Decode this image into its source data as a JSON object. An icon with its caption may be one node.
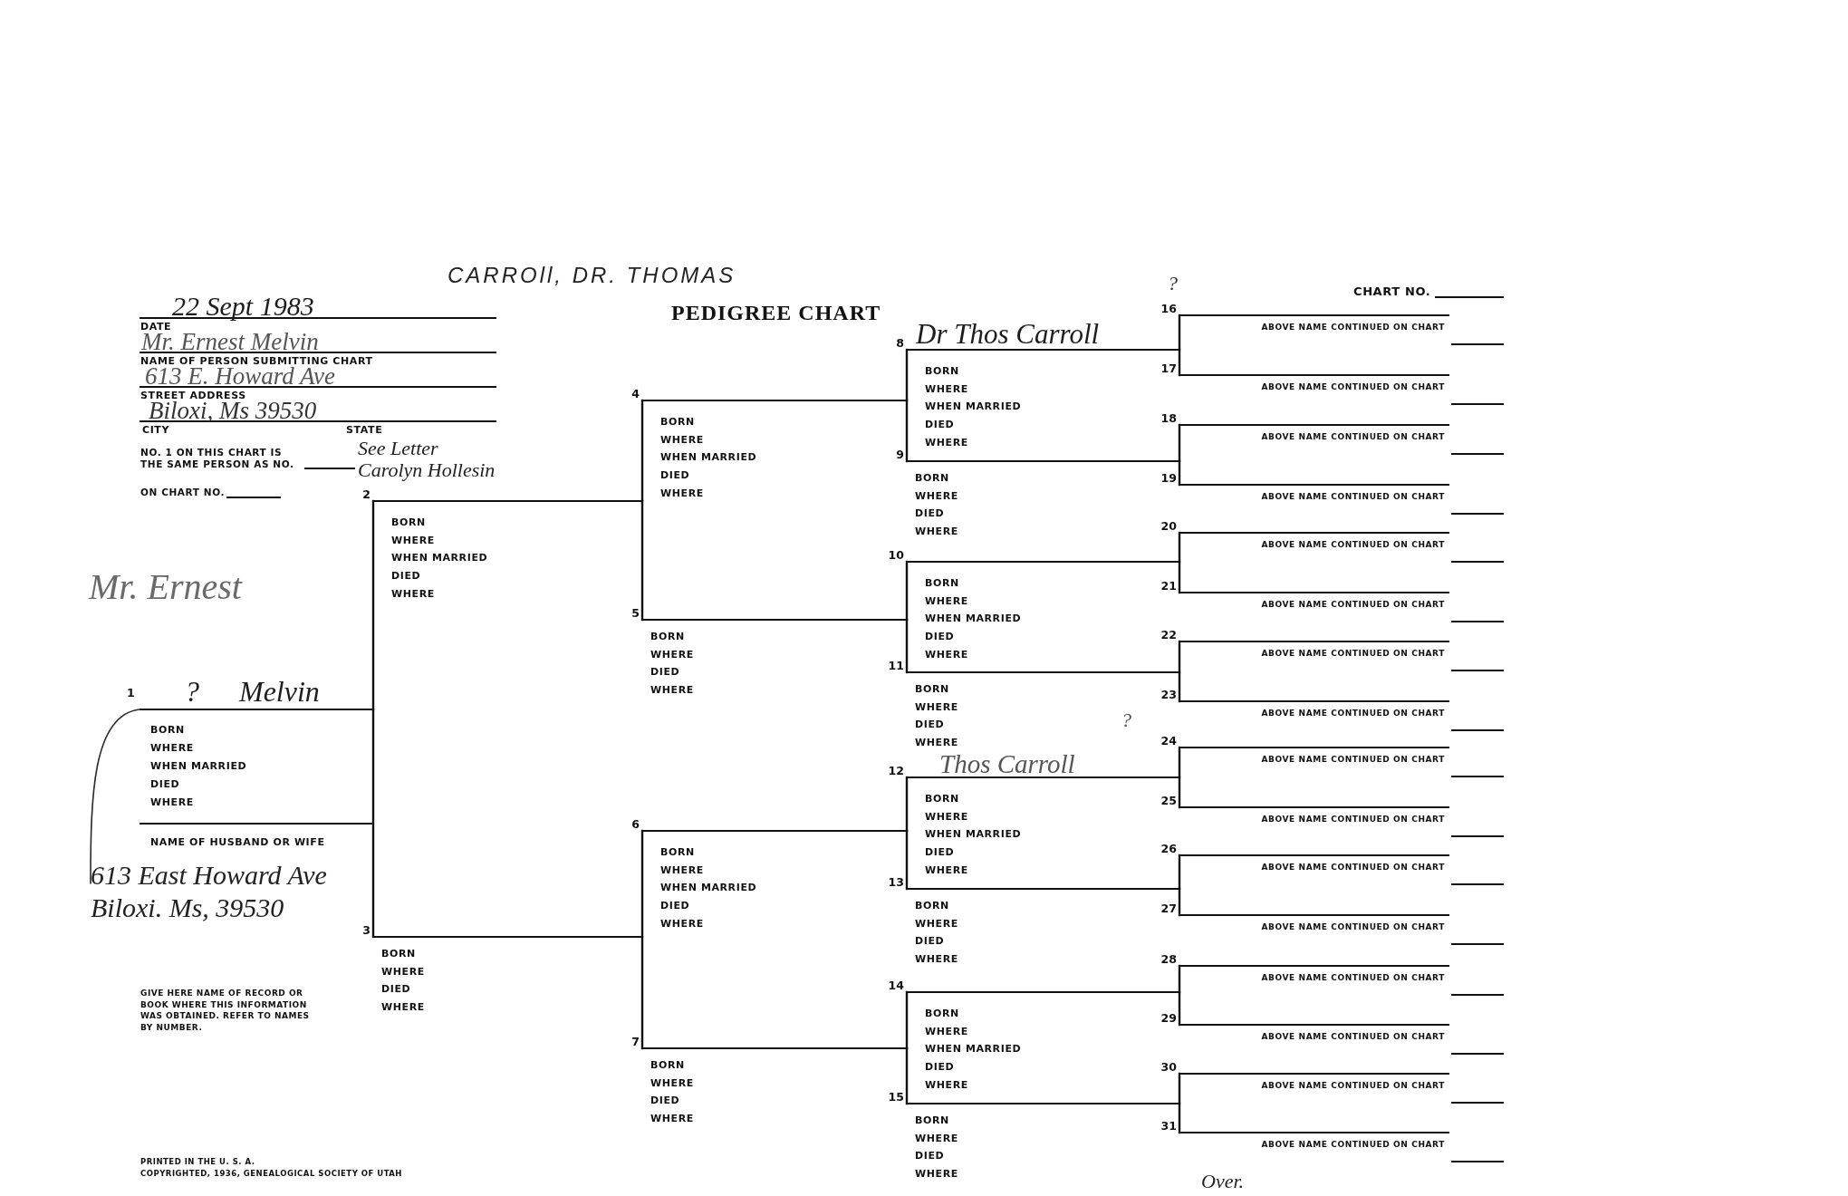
{
  "diagram": {
    "title": "PEDIGREE CHART",
    "nodes": [
      {
        "text": [
          "? Melvin",
          "BORN",
          "WHERE",
          "WHEN MARRIED",
          "DIED",
          "WHERE",
          "NAME OF HUSBAND OR WIFE"
        ],
        "beside": [
          "1",
          "Mr. Ernest"
        ]
      },
      {
        "text": [
          "BORN",
          "WHERE",
          "WHEN MARRIED",
          "DIED",
          "WHERE"
        ],
        "beside": [
          "2"
        ]
      },
      {
        "text": [
          "BORN",
          "WHERE",
          "DIED",
          "WHERE"
        ],
        "beside": [
          "3"
        ]
      },
      {
        "text": [
          "BORN",
          "WHERE",
          "WHEN MARRIED",
          "DIED",
          "WHERE"
        ],
        "beside": [
          "4"
        ]
      },
      {
        "text": [
          "BORN",
          "WHERE",
          "DIED",
          "WHERE"
        ],
        "beside": [
          "5"
        ]
      },
      {
        "text": [
          "BORN",
          "WHERE",
          "WHEN MARRIED",
          "DIED",
          "WHERE"
        ],
        "beside": [
          "6"
        ]
      },
      {
        "text": [
          "BORN",
          "WHERE",
          "DIED",
          "WHERE"
        ],
        "beside": [
          "7"
        ]
      },
      {
        "text": [
          "Dr Thos Carroll",
          "BORN",
          "WHERE",
          "WHEN MARRIED",
          "DIED",
          "WHERE"
        ],
        "beside": [
          "8",
          "?"
        ]
      },
      {
        "text": [
          "BORN",
          "WHERE",
          "DIED",
          "WHERE"
        ],
        "beside": [
          "9"
        ]
      },
      {
        "text": [
          "BORN",
          "WHERE",
          "WHEN MARRIED",
          "DIED",
          "WHERE"
        ],
        "beside": [
          "10"
        ]
      },
      {
        "text": [
          "BORN",
          "WHERE",
          "DIED",
          "WHERE"
        ],
        "beside": [
          "11"
        ]
      },
      {
        "text": [
          "Thos Carroll",
          "BORN",
          "WHERE",
          "WHEN MARRIED",
          "DIED",
          "WHERE"
        ],
        "beside": [
          "12"
        ]
      },
      {
        "text": [
          "BORN",
          "WHERE",
          "DIED",
          "WHERE"
        ],
        "beside": [
          "13"
        ]
      },
      {
        "text": [
          "BORN",
          "WHERE",
          "WHEN MARRIED",
          "DIED",
          "WHERE"
        ],
        "beside": [
          "14"
        ]
      },
      {
        "text": [
          "BORN",
          "WHERE",
          "DIED",
          "WHERE"
        ],
        "beside": [
          "15"
        ]
      },
      {
        "text": [
          "ABOVE NAME CONTINUED ON CHART"
        ],
        "beside": [
          "16"
        ]
      },
      {
        "text": [
          "ABOVE NAME CONTINUED ON CHART"
        ],
        "beside": [
          "17"
        ]
      },
      {
        "text": [
          "ABOVE NAME CONTINUED ON CHART"
        ],
        "beside": [
          "18"
        ]
      },
      {
        "text": [
          "ABOVE NAME CONTINUED ON CHART"
        ],
        "beside": [
          "19"
        ]
      },
      {
        "text": [
          "ABOVE NAME CONTINUED ON CHART"
        ],
        "beside": [
          "20"
        ]
      },
      {
        "text": [
          "ABOVE NAME CONTINUED ON CHART"
        ],
        "beside": [
          "21"
        ]
      },
      {
        "text": [
          "ABOVE NAME CONTINUED ON CHART"
        ],
        "beside": [
          "22"
        ]
      },
      {
        "text": [
          "ABOVE NAME CONTINUED ON CHART"
        ],
        "beside": [
          "23"
        ]
      },
      {
        "text": [
          "ABOVE NAME CONTINUED ON CHART"
        ],
        "beside": [
          "24"
        ]
      },
      {
        "text": [
          "ABOVE NAME CONTINUED ON CHART"
        ],
        "beside": [
          "25"
        ]
      },
      {
        "text": [
          "ABOVE NAME CONTINUED ON CHART"
        ],
        "beside": [
          "26"
        ]
      },
      {
        "text": [
          "ABOVE NAME CONTINUED ON CHART"
        ],
        "beside": [
          "27"
        ]
      },
      {
        "text": [
          "ABOVE NAME CONTINUED ON CHART"
        ],
        "beside": [
          "28"
        ]
      },
      {
        "text": [
          "ABOVE NAME CONTINUED ON CHART"
        ],
        "beside": [
          "29"
        ]
      },
      {
        "text": [
          "ABOVE NAME CONTINUED ON CHART"
        ],
        "beside": [
          "30"
        ]
      },
      {
        "text": [
          "ABOVE NAME CONTINUED ON CHART"
        ],
        "beside": [
          "31"
        ]
      },
      {
        "text": [
          "613 East Howard Ave Biloxi. Ms, 39530"
        ]
      }
    ],
    "edges": [
      {
        "from": 0,
        "to": 1,
        "arrow": "none"
      },
      {
        "from": 0,
        "to": 2,
        "arrow": "none"
      },
      {
        "from": 1,
        "to": 3,
        "arrow": "none"
      },
      {
        "from": 1,
        "to": 4,
        "arrow": "none"
      },
      {
        "from": 2,
        "to": 5,
        "arrow": "none"
      },
      {
        "from": 2,
        "to": 6,
        "arrow": "none"
      },
      {
        "from": 3,
        "to": 7,
        "arrow": "none"
      },
      {
        "from": 3,
        "to": 8,
        "arrow": "none"
      },
      {
        "from": 4,
        "to": 9,
        "arrow": "none"
      },
      {
        "from": 4,
        "to": 10,
        "arrow": "none"
      },
      {
        "from": 5,
        "to": 11,
        "arrow": "none"
      },
      {
        "from": 5,
        "to": 12,
        "arrow": "none"
      },
      {
        "from": 6,
        "to": 13,
        "arrow": "none"
      },
      {
        "from": 6,
        "to": 14,
        "arrow": "none"
      },
      {
        "from": 7,
        "to": 15,
        "arrow": "none"
      },
      {
        "from": 7,
        "to": 16,
        "arrow": "none"
      },
      {
        "from": 8,
        "to": 17,
        "arrow": "none"
      },
      {
        "from": 8,
        "to": 18,
        "arrow": "none"
      },
      {
        "from": 9,
        "to": 19,
        "arrow": "none"
      },
      {
        "from": 9,
        "to": 20,
        "arrow": "none"
      },
      {
        "from": 10,
        "to": 21,
        "arrow": "none"
      },
      {
        "from": 10,
        "to": 22,
        "arrow": "none"
      },
      {
        "from": 11,
        "to": 23,
        "arrow": "none"
      },
      {
        "from": 11,
        "to": 24,
        "arrow": "none"
      },
      {
        "from": 12,
        "to": 25,
        "arrow": "none"
      },
      {
        "from": 12,
        "to": 26,
        "arrow": "none"
      },
      {
        "from": 13,
        "to": 27,
        "arrow": "none"
      },
      {
        "from": 13,
        "to": 28,
        "arrow": "none"
      },
      {
        "from": 14,
        "to": 29,
        "arrow": "none"
      },
      {
        "from": 14,
        "to": 30,
        "arrow": "none"
      },
      {
        "from": 31,
        "to": 0,
        "arrow": "none"
      }
    ],
    "labels": [
      "CARROll, DR. THOMAS",
      "22 Sept 1983",
      "DATE",
      "Mr. Ernest Melvin",
      "NAME OF PERSON SUBMITTING CHART",
      "613 E. Howard Ave",
      "STREET ADDRESS",
      "Biloxi, Ms 39530",
      "CITY",
      "STATE",
      "See Letter Carolyn Hollesin",
      "NO. 1 ON THIS CHART IS THE SAME PERSON AS NO.",
      "ON CHART NO.",
      "CHART NO.",
      "?",
      "GIVE HERE NAME OF RECORD OR BOOK WHERE THIS INFORMATION WAS OBTAINED. REFER TO NAMES BY NUMBER.",
      "PRINTED IN THE U. S. A.",
      "COPYRIGHTED, 1936, GENEALOGICAL SOCIETY OF UTAH",
      "Over."
    ]
  }
}
